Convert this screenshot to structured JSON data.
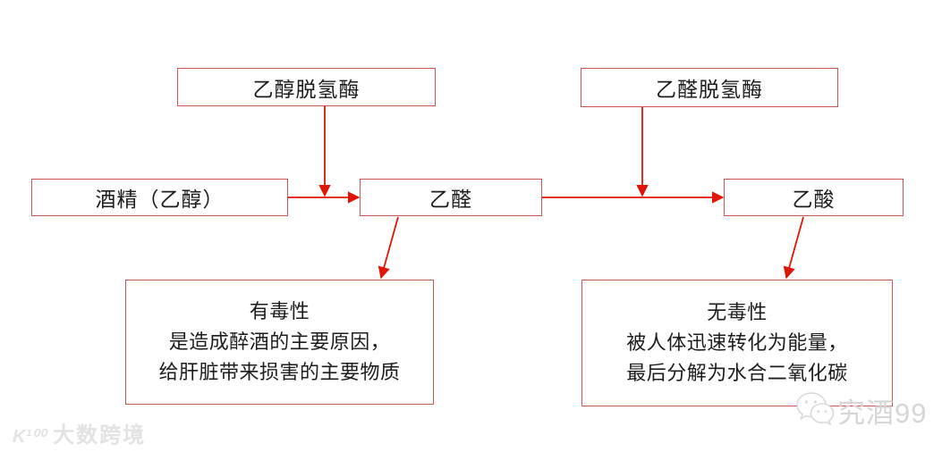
{
  "flowchart": {
    "enzymes": [
      {
        "label": "乙醇脱氢酶"
      },
      {
        "label": "乙醛脱氢酶"
      }
    ],
    "substances": [
      {
        "label": "酒精（乙醇）"
      },
      {
        "label": "乙醛"
      },
      {
        "label": "乙酸"
      }
    ],
    "notes": [
      {
        "title": "有毒性",
        "line1": "是造成醉酒的主要原因，",
        "line2": "给肝脏带来损害的主要物质"
      },
      {
        "title": "无毒性",
        "line1": "被人体迅速转化为能量，",
        "line2": "最后分解为水合二氧化碳"
      }
    ]
  },
  "watermarks": {
    "bottom_left": {
      "logo": "K¹⁰⁰",
      "label": "大数跨境"
    },
    "bottom_right": {
      "icon": "wechat-icon",
      "label": "究酒99"
    }
  },
  "colors": {
    "arrow": "#e01505",
    "box_border": "#cf5450",
    "text": "#1c1c1c",
    "watermark_left": "#e2e2e2",
    "watermark_right": "#d6d6d6"
  }
}
